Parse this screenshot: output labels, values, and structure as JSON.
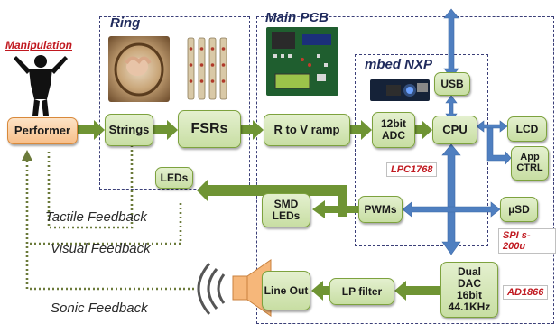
{
  "regions": {
    "ring": "Ring",
    "main_pcb": "Main PCB",
    "mbed": "mbed NXP"
  },
  "labels": {
    "manipulation": "Manipulation"
  },
  "blocks": {
    "performer": "Performer",
    "strings": "Strings",
    "fsrs": "FSRs",
    "r_to_v": "R to V ramp",
    "adc": "12bit ADC",
    "cpu": "CPU",
    "usb": "USB",
    "lcd": "LCD",
    "app_ctrl": "App CTRL",
    "leds": "LEDs",
    "smd_leds": "SMD LEDs",
    "pwms": "PWMs",
    "usd": "µSD",
    "dual_dac": "Dual DAC 16bit 44.1KHz",
    "lp_filter": "LP filter",
    "line_out": "Line Out"
  },
  "chips": {
    "lpc": "LPC1768",
    "spi": "SPI s-200u",
    "ad": "AD1866"
  },
  "feedback": {
    "tactile": "Tactile Feedback",
    "visual": "Visual Feedback",
    "sonic": "Sonic Feedback"
  },
  "colors": {
    "green_arrow": "#6f9434",
    "blue_arrow": "#4f7fc0",
    "dotted": "#6b7a3a",
    "manipulation_red": "#c0181f",
    "region_border": "#3b3f78"
  }
}
